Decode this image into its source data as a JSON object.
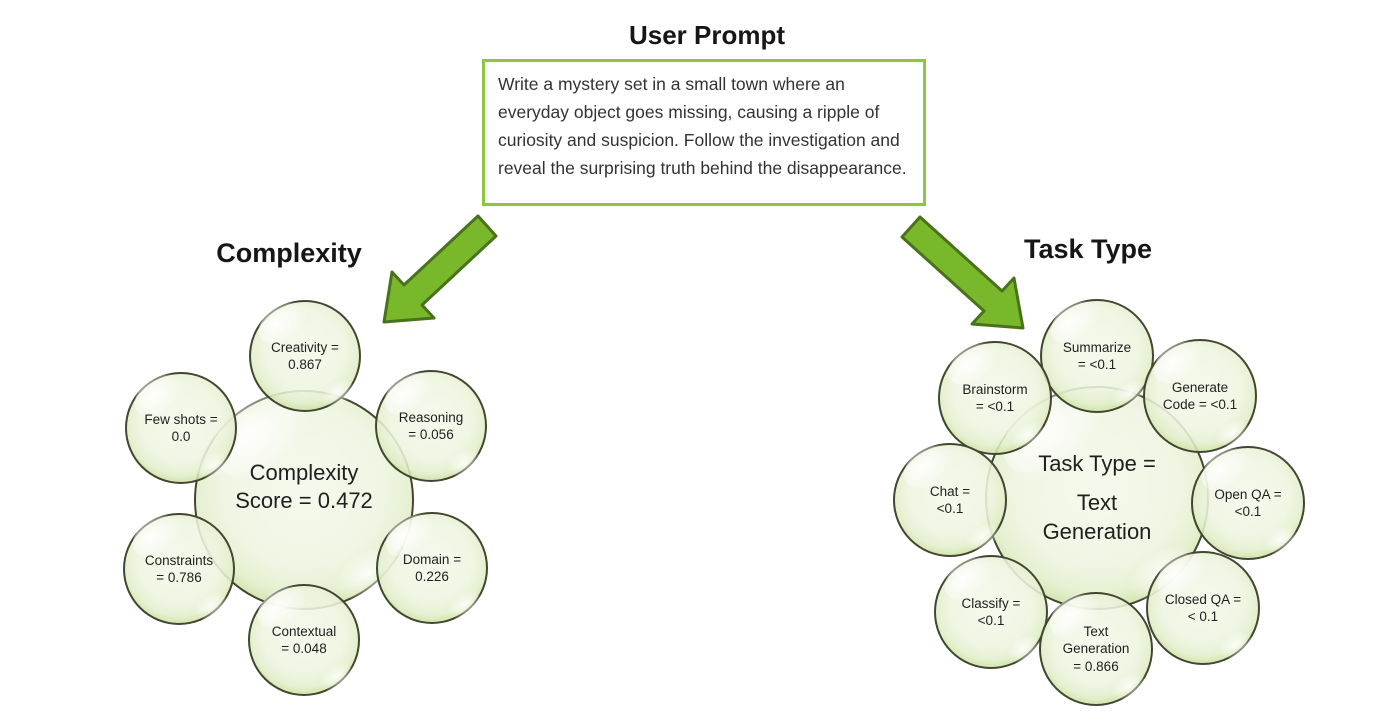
{
  "header": {
    "title": "User Prompt"
  },
  "prompt_box": {
    "text": "Write a mystery set in a small town where an everyday object goes missing, causing a ripple of curiosity and suspicion. Follow the investigation and reveal the surprising truth behind the disappearance."
  },
  "complexity": {
    "title": "Complexity",
    "center": {
      "line1": "Complexity",
      "line2": "Score = 0.472",
      "score": 0.472
    },
    "satellites": [
      {
        "name": "creativity",
        "line1": "Creativity =",
        "line2": "0.867",
        "value": 0.867
      },
      {
        "name": "few-shots",
        "line1": "Few shots =",
        "line2": "0.0",
        "value": 0.0
      },
      {
        "name": "reasoning",
        "line1": "Reasoning",
        "line2": "= 0.056",
        "value": 0.056
      },
      {
        "name": "constraints",
        "line1": "Constraints",
        "line2": "= 0.786",
        "value": 0.786
      },
      {
        "name": "domain",
        "line1": "Domain =",
        "line2": "0.226",
        "value": 0.226
      },
      {
        "name": "contextual",
        "line1": "Contextual",
        "line2": "= 0.048",
        "value": 0.048
      }
    ]
  },
  "task_type": {
    "title": "Task Type",
    "center": {
      "line1": "Task Type =",
      "line2": "Text",
      "line3": "Generation",
      "predicted_type": "Text Generation"
    },
    "satellites": [
      {
        "name": "summarize",
        "line1": "Summarize",
        "line2": "= <0.1",
        "value": "<0.1"
      },
      {
        "name": "brainstorm",
        "line1": "Brainstorm",
        "line2": "= <0.1",
        "value": "<0.1"
      },
      {
        "name": "generate-code",
        "line1": "Generate",
        "line2": "Code = <0.1",
        "value": "<0.1"
      },
      {
        "name": "chat",
        "line1": "Chat =",
        "line2": "<0.1",
        "value": "<0.1"
      },
      {
        "name": "open-qa",
        "line1": "Open QA =",
        "line2": "<0.1",
        "value": "<0.1"
      },
      {
        "name": "classify",
        "line1": "Classify =",
        "line2": "<0.1",
        "value": "<0.1"
      },
      {
        "name": "closed-qa",
        "line1": "Closed QA =",
        "line2": "< 0.1",
        "value": "<0.1"
      },
      {
        "name": "text-generation",
        "line1": "Text",
        "line2": "Generation",
        "line3": "= 0.866",
        "value": 0.866
      }
    ]
  },
  "colors": {
    "arrow_fill": "#79b82b",
    "arrow_stroke": "#4a711c",
    "box_border": "#8dc63f",
    "bubble_outline": "#2e301c",
    "bubble_fill": "#eef3e1",
    "bubble_ring": "#8ab443",
    "text_dark": "#1f1f1f"
  }
}
